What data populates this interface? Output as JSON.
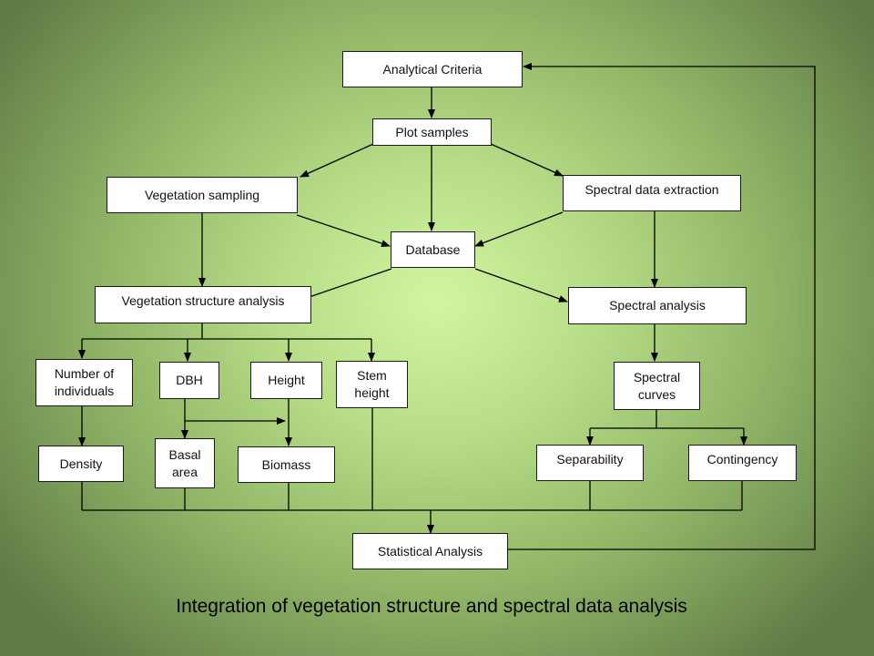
{
  "nodes": {
    "analytical_criteria": "Analytical Criteria",
    "plot_samples": "Plot samples",
    "vegetation_sampling": "Vegetation sampling",
    "spectral_data_extraction": "Spectral data extraction",
    "database": "Database",
    "vegetation_structure_analysis": "Vegetation structure analysis",
    "spectral_analysis": "Spectral analysis",
    "number_of_individuals": "Number of individuals",
    "dbh": "DBH",
    "height": "Height",
    "stem_height": "Stem height",
    "spectral_curves": "Spectral curves",
    "density": "Density",
    "basal_area": "Basal area",
    "biomass": "Biomass",
    "separability": "Separability",
    "contingency": "Contingency",
    "statistical_analysis": "Statistical Analysis"
  },
  "caption": "Integration of vegetation structure and spectral data analysis",
  "colors": {
    "line": "#000000",
    "box_fill": "#ffffff"
  }
}
